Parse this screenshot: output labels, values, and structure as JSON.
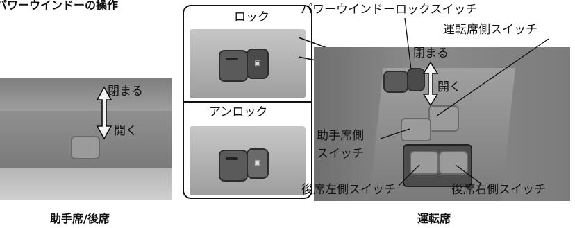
{
  "header": {
    "title": "パワーウインドーの操作"
  },
  "inset": {
    "lock_label": "ロック",
    "unlock_label": "アンロック"
  },
  "left_photo": {
    "close_label": "閉まる",
    "open_label": "開く",
    "caption": "助手席/後席"
  },
  "right_photo": {
    "lock_switch_label": "パワーウインドーロックスイッチ",
    "driver_switch_label": "運転席側スイッチ",
    "close_label": "閉まる",
    "open_label": "開く",
    "passenger_switch_label_line1": "助手席側",
    "passenger_switch_label_line2": "スイッチ",
    "rear_left_switch_label": "後席左側スイッチ",
    "rear_right_switch_label": "後席右側スイッチ",
    "caption": "運転席"
  },
  "colors": {
    "ink": "#111111",
    "photo_gray": "#8a8a8a",
    "switch_dark": "#4a4a4a"
  }
}
